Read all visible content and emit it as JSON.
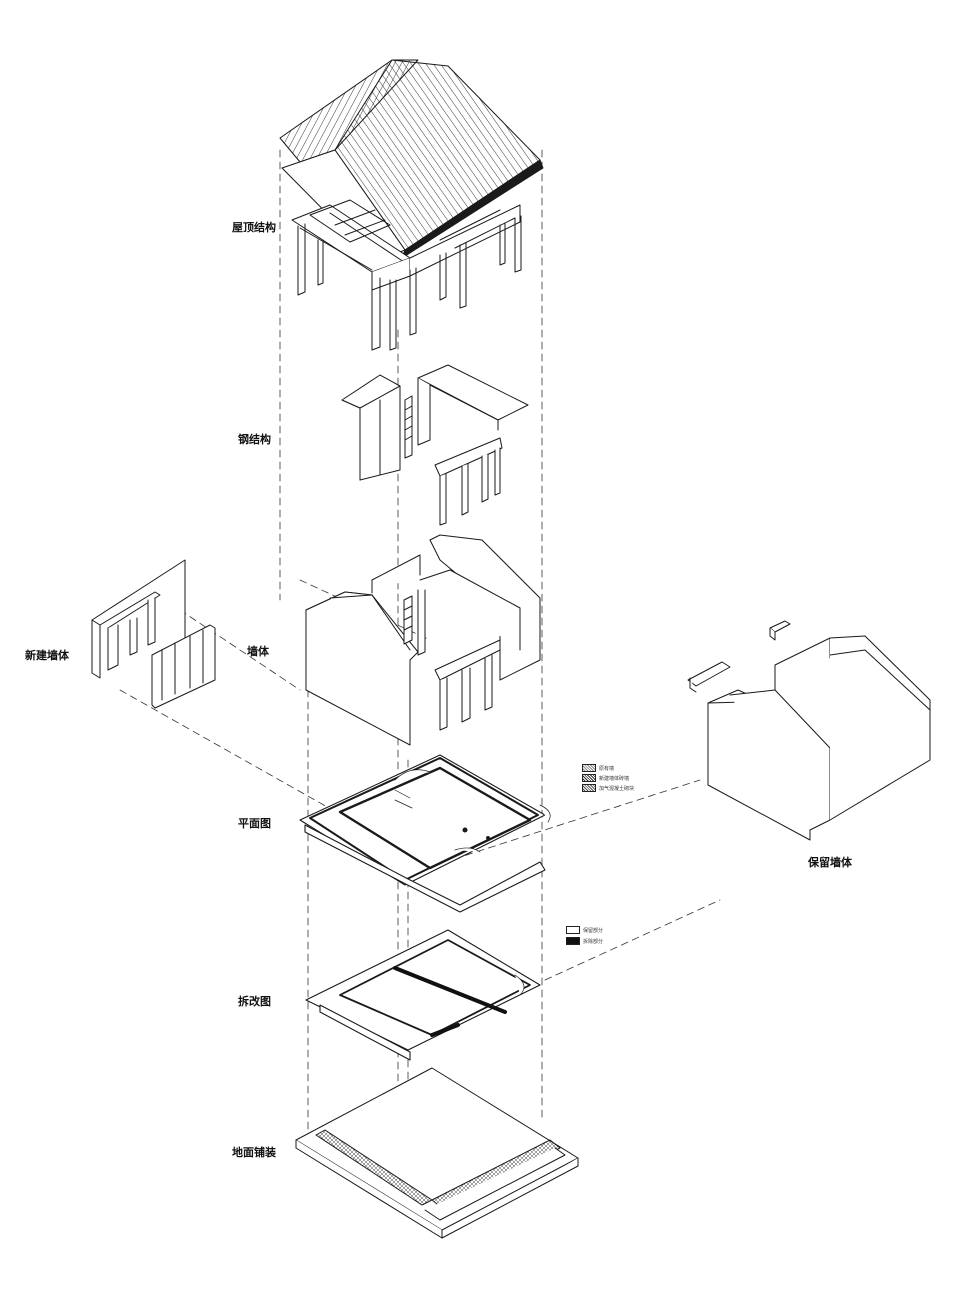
{
  "labels": {
    "roof_structure": "屋顶结构",
    "steel_structure": "钢结构",
    "walls": "墙体",
    "new_walls": "新建墙体",
    "plan": "平面图",
    "retained_walls": "保留墙体",
    "demolition_plan": "拆改图",
    "floor_paving": "地面铺装"
  },
  "legend_plan": [
    {
      "text": "原有墙",
      "swatch": "hatch-light"
    },
    {
      "text": "新建墙体砖墙",
      "swatch": "hatch-dense"
    },
    {
      "text": "加气混凝土砌块",
      "swatch": "cross"
    }
  ],
  "legend_demolition": [
    {
      "text": "保留部分",
      "swatch": "white"
    },
    {
      "text": "拆除部分",
      "swatch": "black"
    }
  ],
  "colors": {
    "line": "#1a1a1a",
    "fill": "#ffffff",
    "dash": "#333333"
  }
}
